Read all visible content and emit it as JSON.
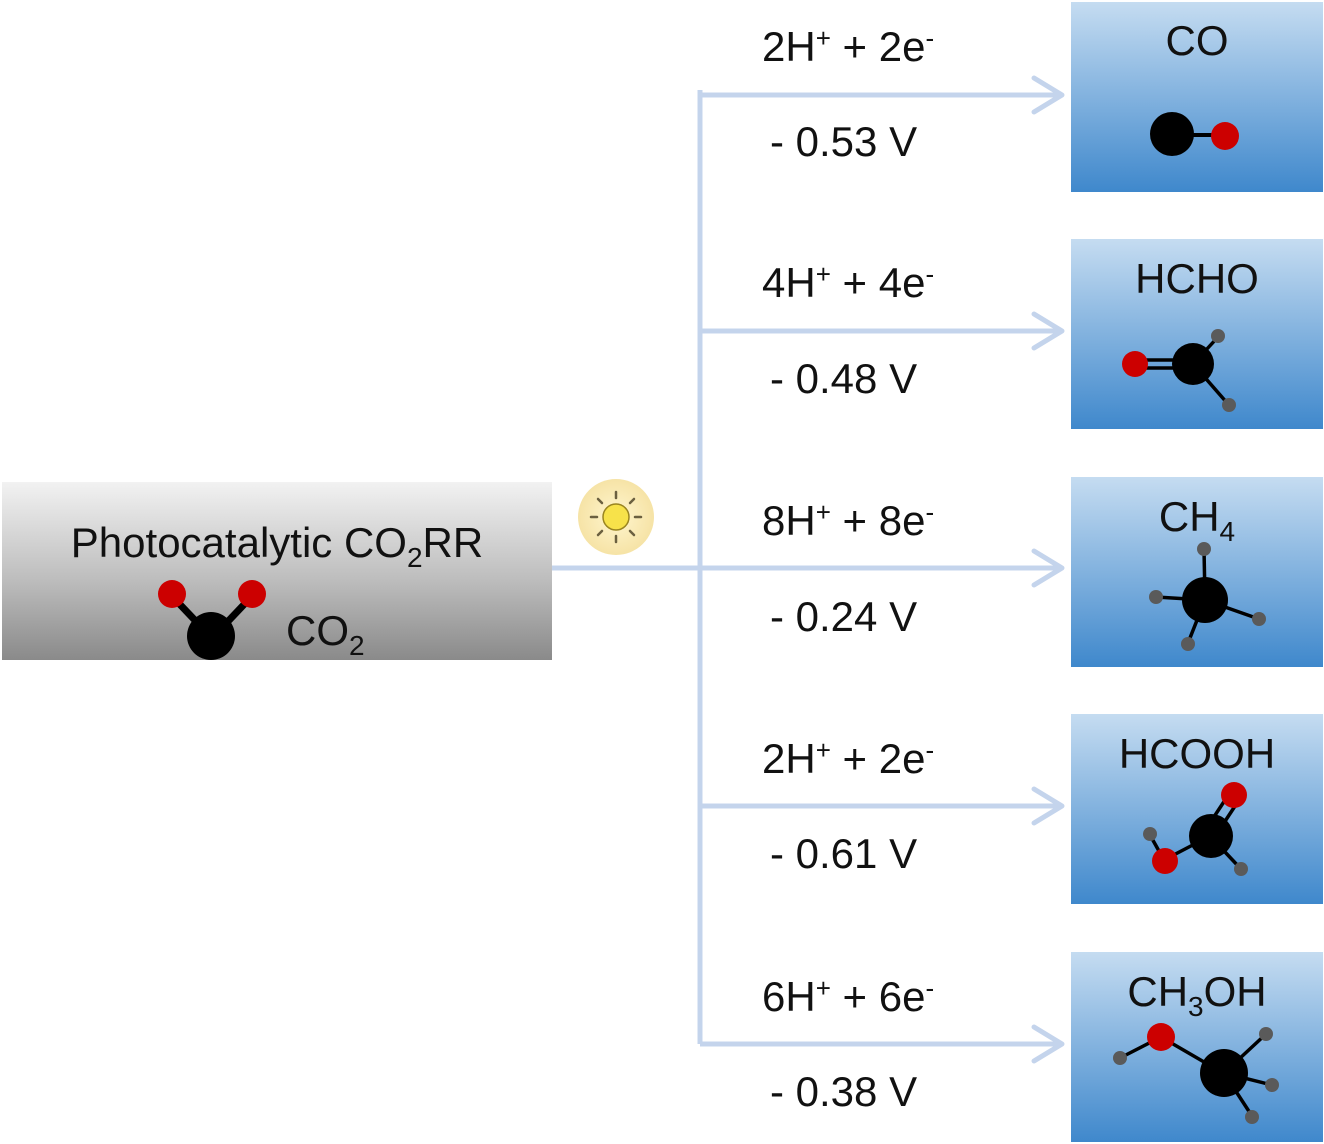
{
  "source": {
    "title_prefix": "Photocatalytic CO",
    "title_sub": "2",
    "title_suffix": "RR",
    "formula_main": "CO",
    "formula_sub": "2"
  },
  "pathways": [
    {
      "reaction_pre": "2H",
      "reaction_mid": " + 2e",
      "potential": "- 0.53 V",
      "product": {
        "main": "CO",
        "sub": "",
        "tail": ""
      }
    },
    {
      "reaction_pre": "4H",
      "reaction_mid": " + 4e",
      "potential": "- 0.48 V",
      "product": {
        "main": "HCHO",
        "sub": "",
        "tail": ""
      }
    },
    {
      "reaction_pre": "8H",
      "reaction_mid": " + 8e",
      "potential": "- 0.24 V",
      "product": {
        "main": "CH",
        "sub": "4",
        "tail": ""
      }
    },
    {
      "reaction_pre": "2H",
      "reaction_mid": " + 2e",
      "potential": "- 0.61 V",
      "product": {
        "main": "HCOOH",
        "sub": "",
        "tail": ""
      }
    },
    {
      "reaction_pre": "6H",
      "reaction_mid": " + 6e",
      "potential": "- 0.38 V",
      "product": {
        "main": "CH",
        "sub": "3",
        "tail": "OH"
      }
    }
  ],
  "charges": {
    "plus": "+",
    "minus": "-"
  },
  "icons": {
    "light": "sun-icon"
  },
  "colors": {
    "carbon": "#000000",
    "oxygen": "#cc0000",
    "hydrogen": "#5a5a5a",
    "arrow": "#c4d4ec",
    "product_top": "#c5dcf1",
    "product_bottom": "#3f88cc",
    "source_top": "#f2f2f2",
    "source_bottom": "#8a8a8a"
  }
}
